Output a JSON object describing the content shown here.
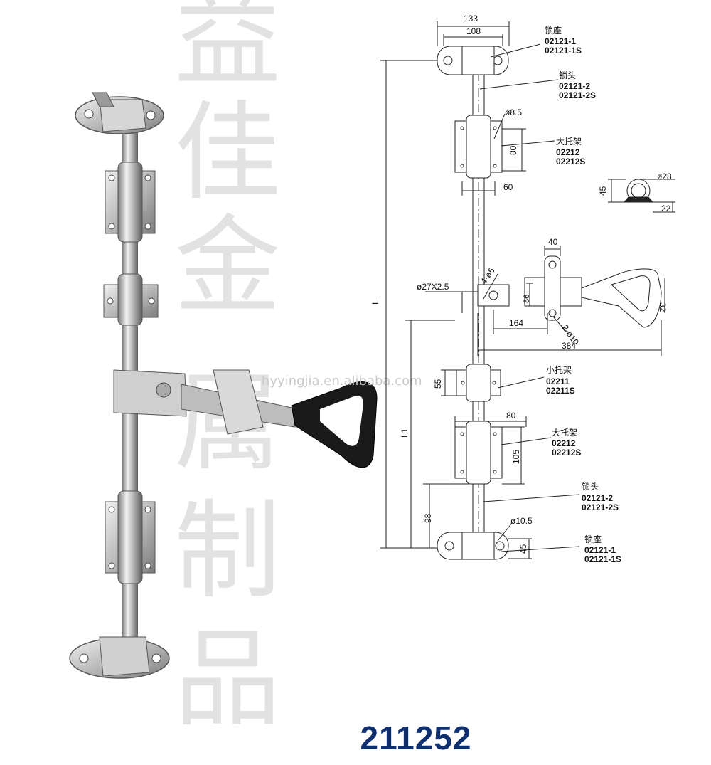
{
  "watermark": {
    "chars": [
      "益",
      "佳",
      "金",
      "属",
      "制",
      "品"
    ],
    "website": "hyyingjia.en.alibaba.com"
  },
  "product_code": "211252",
  "dimensions": {
    "seat_outer": "133",
    "seat_inner": "108",
    "hole_big_bracket": "ø8.5",
    "big_bracket_h": "80",
    "big_bracket_w": "60",
    "bar": "ø27X2.5",
    "holes_4": "4-ø5",
    "handle_40": "40",
    "handle_86": "86",
    "handle_164": "164",
    "handle_holes": "2-ø10",
    "handle_384": "384",
    "handle_32": "32",
    "small_bracket_h": "55",
    "big_bracket2_w": "80",
    "big_bracket2_h": "105",
    "lower_98": "98",
    "hole_seat": "ø10.5",
    "seat_h": "45",
    "detail_d": "ø28",
    "detail_h": "45",
    "detail_b": "22",
    "total_len": "L",
    "lower_len": "L1"
  },
  "labels": {
    "seat_top": {
      "name": "锁座",
      "code1": "02121-1",
      "code2": "02121-1S"
    },
    "head_top": {
      "name": "锁头",
      "code1": "02121-2",
      "code2": "02121-2S"
    },
    "bracket_big_top": {
      "name": "大托架",
      "code1": "02212",
      "code2": "02212S"
    },
    "bracket_small": {
      "name": "小托架",
      "code1": "02211",
      "code2": "02211S"
    },
    "bracket_big_bottom": {
      "name": "大托架",
      "code1": "02212",
      "code2": "02212S"
    },
    "head_bottom": {
      "name": "锁头",
      "code1": "02121-2",
      "code2": "02121-2S"
    },
    "seat_bottom": {
      "name": "锁座",
      "code1": "02121-1",
      "code2": "02121-1S"
    }
  },
  "colors": {
    "code_blue": "#0f2f6e",
    "line": "#222222",
    "metal_light": "#e4e4e4",
    "metal_dark": "#6e6e6e",
    "handle": "#1a1a1a",
    "watermark": "#e2e2e2"
  }
}
